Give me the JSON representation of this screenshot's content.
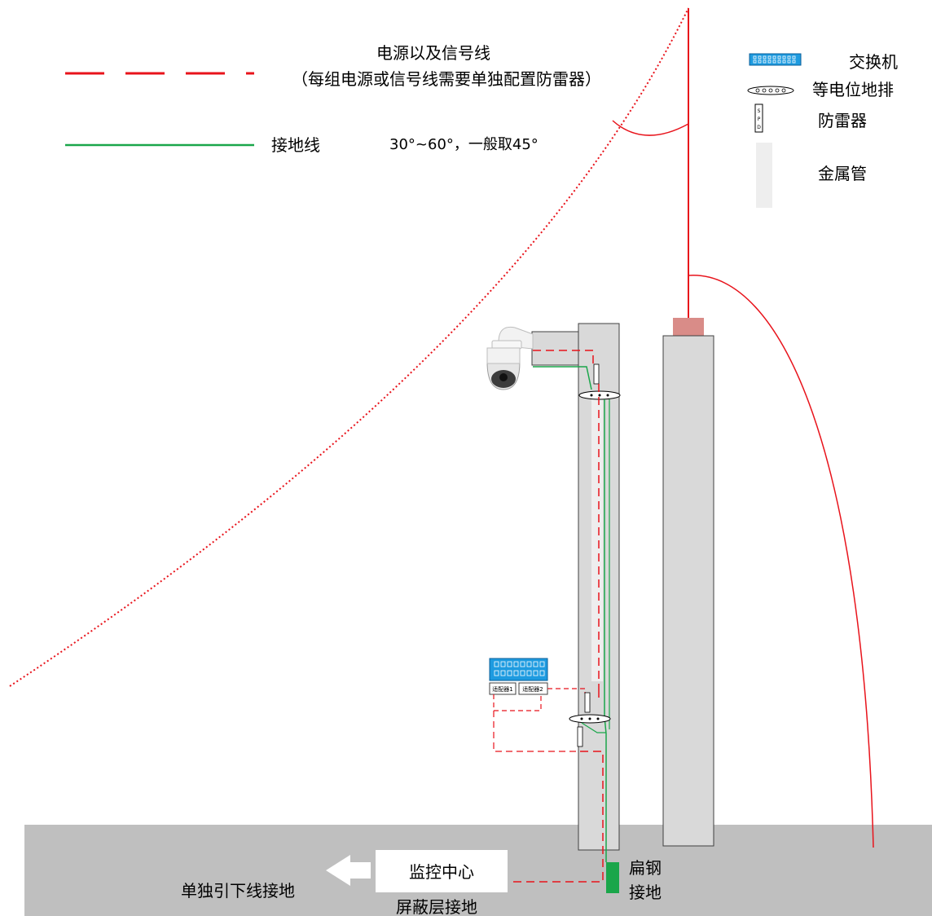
{
  "legend": {
    "power_signal_title": "电源以及信号线",
    "power_signal_note": "（每组电源或信号线需要单独配置防雷器）",
    "ground_wire": "接地线",
    "angle_note": "30°~60°，一般取45°",
    "switch": "交换机",
    "equipotential_bar": "等电位地排",
    "surge_protector": "防雷器",
    "metal_pipe": "金属管"
  },
  "spd_letters": [
    "S",
    "P",
    "D"
  ],
  "adapters": [
    "适配器1",
    "适配器2"
  ],
  "ground": {
    "monitoring_center": "监控中心",
    "separate_down_conductor": "单独引下线接地",
    "shield_ground": "屏蔽层接地",
    "flat_steel_line1": "扁钢",
    "flat_steel_line2": "接地"
  },
  "colors": {
    "power_signal": "#e8131b",
    "ground_wire": "#1aa64a",
    "pole": "#d9d9d9",
    "earth": "#bfbfbf",
    "switch": "#1e9be0",
    "lightning_rod_base": "#d98c88",
    "flat_steel": "#1aa64a"
  }
}
